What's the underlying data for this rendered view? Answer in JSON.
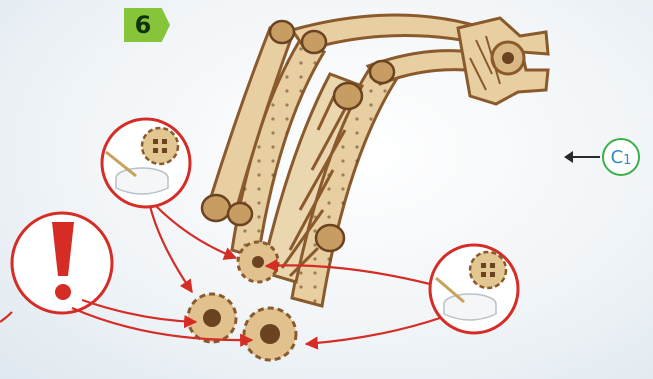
{
  "step": {
    "number": "6"
  },
  "callout": {
    "label": "C",
    "subscript": "1"
  },
  "icons": {
    "warning": "exclamation-warning-icon",
    "glue_left": "glue-pot-gear-icon",
    "glue_right": "glue-pot-gear-icon"
  },
  "colors": {
    "step_badge": "#86c43a",
    "callout_ring": "#3bb04a",
    "callout_text": "#2c8ec4",
    "arrows": "#d62c26",
    "wood_light": "#e7cfa2",
    "wood_dark": "#8a5a2c"
  }
}
